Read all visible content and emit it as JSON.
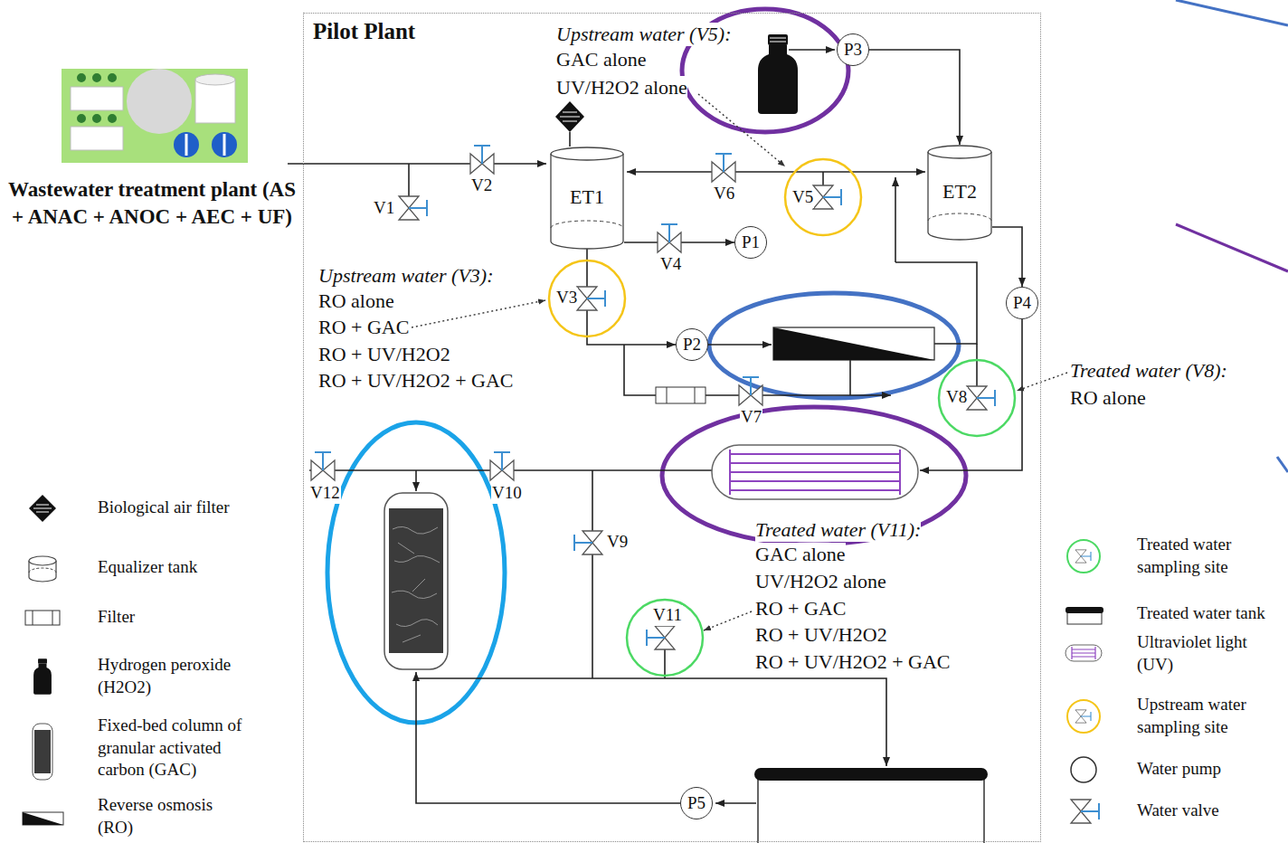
{
  "diagram": {
    "nodes": [
      {
        "text": [
          "Pilot Plant"
        ]
      },
      {
        "text": [
          "P3"
        ],
        "in": 0
      },
      {
        "text": [
          "ET1"
        ],
        "in": 0
      },
      {
        "text": [
          "ET2"
        ],
        "in": 0
      },
      {
        "text": [
          "P1"
        ],
        "in": 0
      },
      {
        "text": [
          "P4"
        ],
        "in": 0
      },
      {
        "text": [
          "P2"
        ],
        "in": 0
      },
      {
        "text": [
          "P5"
        ],
        "in": 0
      }
    ],
    "edges": [
      {
        "from": 1,
        "to": 3,
        "arrow": "to"
      },
      {
        "from": 3,
        "to": 5,
        "arrow": "to"
      },
      {
        "from": 2,
        "to": 4,
        "arrow": "to"
      },
      {
        "from": 2,
        "to": 6,
        "arrow": "to"
      }
    ],
    "labels": [
      "Upstream water (V5):",
      "GAC alone",
      "UV/H2O2 alone",
      "Wastewater treatment plant (AS + ANAC + ANOC + AEC + UF)",
      "V2",
      "V1",
      "V6",
      "V5",
      "V4",
      "Upstream water (V3):",
      "RO alone",
      "RO + GAC",
      "RO + UV/H2O2",
      "RO + UV/H2O2 + GAC",
      "V3",
      "Treated water (V8):",
      "RO alone",
      "V8",
      "V7",
      "V12",
      "V10",
      "Treated water (V11):",
      "GAC alone",
      "UV/H2O2 alone",
      "RO + GAC",
      "RO + UV/H2O2",
      "RO + UV/H2O2 + GAC",
      "V9",
      "V11"
    ],
    "legend": [
      {
        "text": "Biological air filter"
      },
      {
        "text": "Equalizer tank"
      },
      {
        "text": "Filter"
      },
      {
        "text": "Hydrogen peroxide (H2O2)"
      },
      {
        "text": "Fixed-bed column of granular activated carbon (GAC)"
      },
      {
        "text": "Reverse osmosis (RO)"
      },
      {
        "text": "Treated water sampling site"
      },
      {
        "text": "Treated water tank"
      },
      {
        "text": "Ultraviolet light (UV)"
      },
      {
        "text": "Upstream water sampling site"
      },
      {
        "text": "Water pump"
      },
      {
        "text": "Water valve"
      }
    ]
  }
}
